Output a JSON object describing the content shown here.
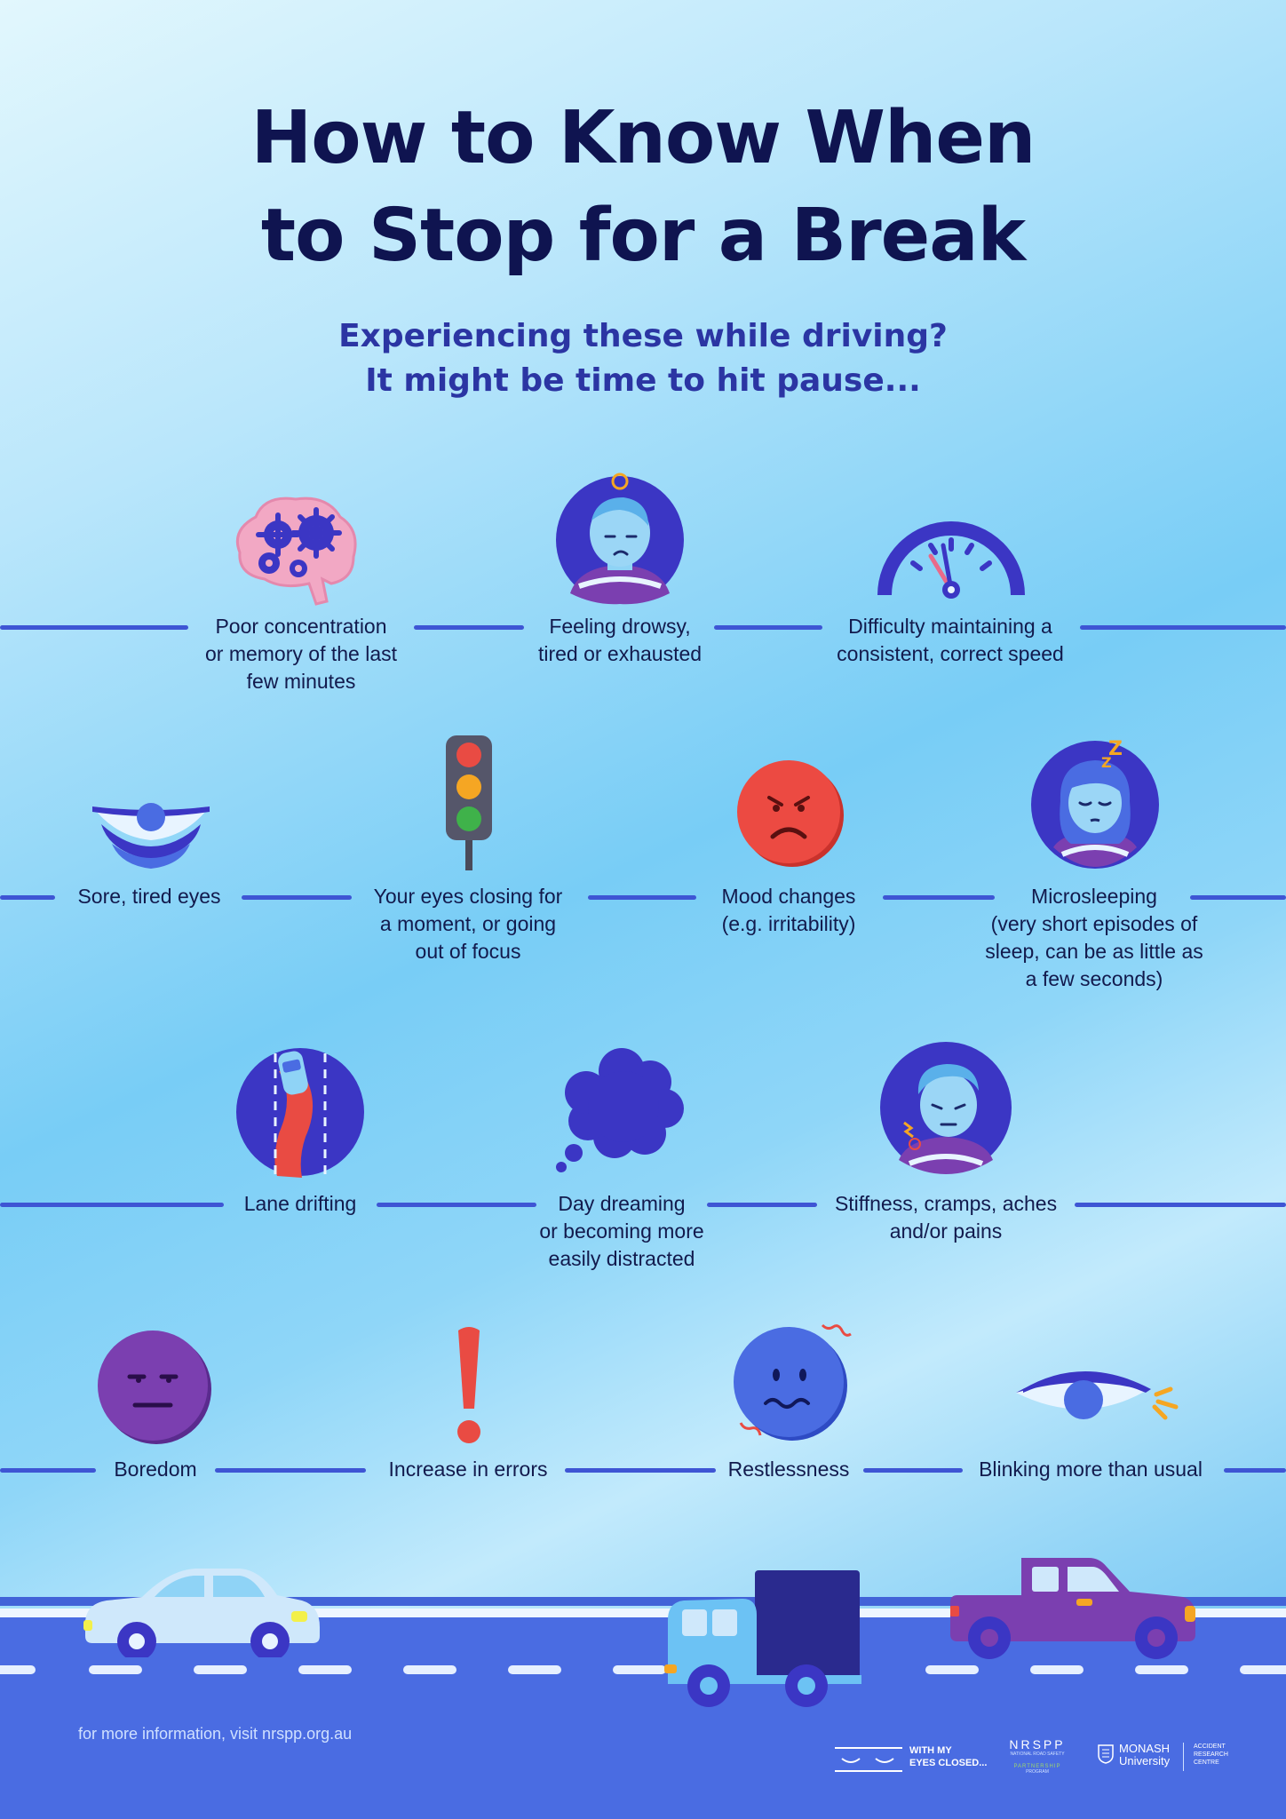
{
  "title": {
    "line1": "How to Know When",
    "line2": "to Stop for a Break"
  },
  "subtitle": {
    "line1": "Experiencing these while driving?",
    "line2": "It might be time to hit pause..."
  },
  "signs": {
    "row1": [
      {
        "lines": [
          "Poor concentration",
          "or memory of the last",
          "few minutes"
        ],
        "icon": "brain-gears-icon"
      },
      {
        "lines": [
          "Feeling drowsy,",
          "tired or exhausted"
        ],
        "icon": "drowsy-driver-icon"
      },
      {
        "lines": [
          "Difficulty maintaining a",
          "consistent, correct speed"
        ],
        "icon": "speedometer-icon"
      }
    ],
    "row2": [
      {
        "lines": [
          "Sore, tired eyes"
        ],
        "icon": "tired-eye-icon"
      },
      {
        "lines": [
          "Your eyes closing for",
          "a moment, or going",
          "out of focus"
        ],
        "icon": "blurry-traffic-light-icon"
      },
      {
        "lines": [
          "Mood changes",
          "(e.g. irritability)"
        ],
        "icon": "angry-face-icon"
      },
      {
        "lines": [
          "Microsleeping",
          "(very short episodes of",
          "sleep, can be as little as",
          "a few seconds)"
        ],
        "icon": "sleeping-driver-icon"
      }
    ],
    "row3": [
      {
        "lines": [
          "Lane drifting"
        ],
        "icon": "lane-drift-icon"
      },
      {
        "lines": [
          "Day dreaming",
          "or becoming more",
          "easily distracted"
        ],
        "icon": "thought-cloud-icon"
      },
      {
        "lines": [
          "Stiffness, cramps, aches",
          "and/or pains"
        ],
        "icon": "aching-driver-icon"
      }
    ],
    "row4": [
      {
        "lines": [
          "Boredom"
        ],
        "icon": "bored-face-icon"
      },
      {
        "lines": [
          "Increase in errors"
        ],
        "icon": "exclamation-icon"
      },
      {
        "lines": [
          "Restlessness"
        ],
        "icon": "restless-face-icon"
      },
      {
        "lines": [
          "Blinking more than usual"
        ],
        "icon": "blinking-eye-icon"
      }
    ]
  },
  "footer": {
    "note": "for more information, visit nrspp.org.au",
    "logo1": {
      "line1": "WITH MY",
      "line2": "EYES CLOSED..."
    },
    "logo2": {
      "top": "NRSPP",
      "small": "NATIONAL ROAD SAFETY",
      "bottom": "PARTNERSHIP",
      "bottom2": "PROGRAM"
    },
    "logo3": {
      "name1": "MONASH",
      "name2": "University",
      "dept1": "ACCIDENT",
      "dept2": "RESEARCH",
      "dept3": "CENTRE"
    }
  },
  "colors": {
    "navy": "#0f1450",
    "indigo": "#2b35a3",
    "line": "#3e55d4",
    "road": "#4a6ce2",
    "purple": "#7b3fb0",
    "red": "#e94b43",
    "amber": "#f5a623"
  }
}
